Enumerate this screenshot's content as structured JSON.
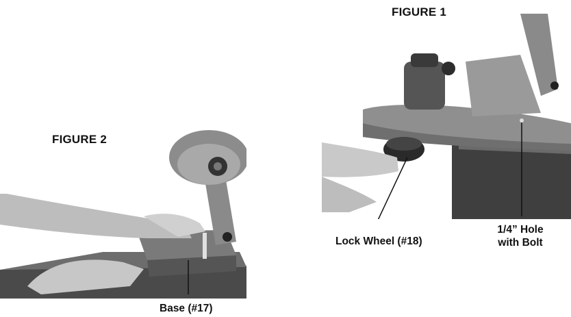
{
  "figure1": {
    "title": "FIGURE 1",
    "callouts": {
      "lock_wheel": "Lock Wheel (#18)",
      "hole_line1": "1/4” Hole",
      "hole_line2": "with Bolt"
    }
  },
  "figure2": {
    "title": "FIGURE 2",
    "callouts": {
      "base": "Base (#17)"
    }
  }
}
